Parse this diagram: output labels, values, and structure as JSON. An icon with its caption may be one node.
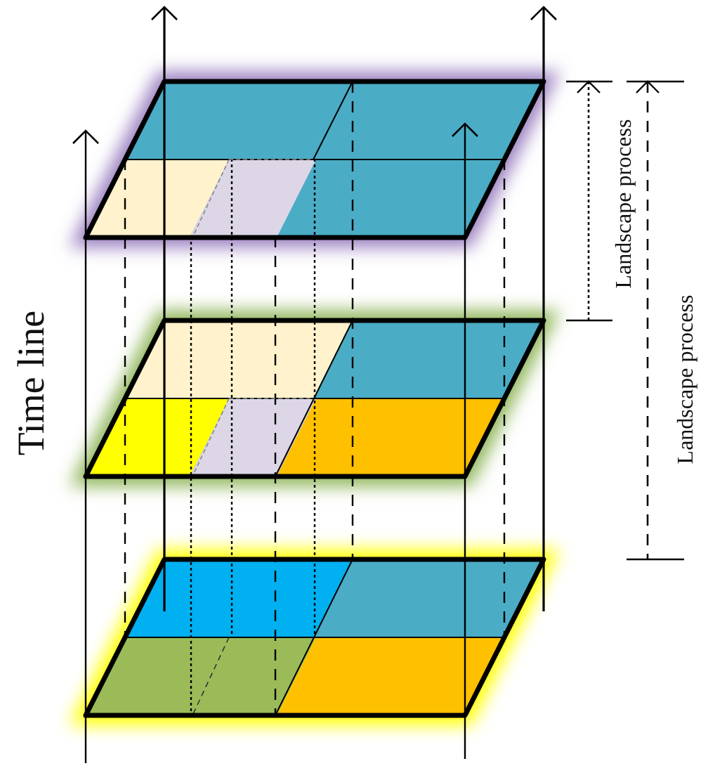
{
  "diagram": {
    "labels": [
      "Time line",
      "Landscape process",
      "Landscape process"
    ]
  }
}
